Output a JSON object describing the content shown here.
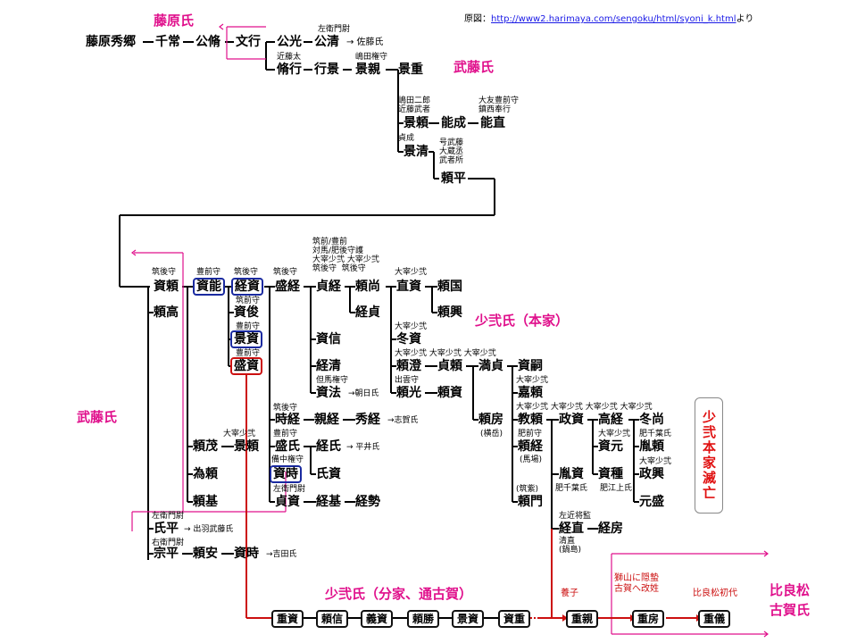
{
  "source": {
    "prefix": "原図：",
    "link": "http://www2.harimaya.com/sengoku/html/syoni_k.html",
    "suffix": "より"
  },
  "titles": {
    "fujiwara": "藤原氏",
    "muto_top": "武藤氏",
    "muto_left": "武藤氏",
    "shoni_main": "少弐氏（本家）",
    "shoni_branch": "少弐氏（分家、通古賀）",
    "hiramatsu_1": "比良松",
    "hiramatsu_2": "古賀氏",
    "extinct": "少弐本家滅亡"
  },
  "names": {
    "hidesato": "藤原秀郷",
    "chitsune": "千常",
    "kinmasa": "公脩",
    "fumiyuki": "文行",
    "kinmitsu": "公光",
    "kinkiyo": "公清",
    "sato": "→ 佐藤氏",
    "sukeyuki": "脩行",
    "yukikage": "行景",
    "kagechika": "景親",
    "kageshige": "景重",
    "kageyori": "景頼",
    "yoshinari": "能成",
    "yoshinao": "能直",
    "kagekiyo": "景清",
    "yorihira": "頼平",
    "sukeyori": "資頼",
    "yoritaka": "頼高",
    "suketoshi_a": "資能",
    "tsunesuke": "経資",
    "suketoshi": "資俊",
    "kagesuke": "景資",
    "morisuke": "盛資",
    "moritsune": "盛経",
    "sadatsune": "貞経",
    "yorihisa": "頼尚",
    "naosuke": "直資",
    "yorikuni": "頼国",
    "yorisada": "経貞",
    "yorioki": "頼興",
    "fuyusuke": "冬資",
    "sukenobu": "資信",
    "tsunekiyo": "経清",
    "sukenori": "資法",
    "asahi": "→朝日氏",
    "yorizumi": "頼澄",
    "sadayori": "貞頼",
    "mitsusada": "満貞",
    "suketsugu": "資嗣",
    "yorimitsu": "頼光",
    "yorisuke": "頼資",
    "yoshiyori": "嘉頼",
    "tokitsune": "時経",
    "chikatsune": "親経",
    "hidetsune": "秀経",
    "shiga": "→志賀氏",
    "yorishige": "頼茂",
    "kageyori2": "景頼",
    "moriuji": "盛氏",
    "tsuneuji": "経氏",
    "hirai": "→ 平井氏",
    "tametoki": "為頼",
    "sukeyori3": "資時",
    "ujisuke": "氏資",
    "yorimoto": "頼基",
    "sadasuke": "貞資",
    "tsunemoto": "経基",
    "tsuneyoshi": "経勢",
    "yorifusa": "頼房",
    "takeyori": "教頼",
    "masasuke": "政資",
    "takatsune": "高経",
    "fuyuhisa": "冬尚",
    "yoritsune": "頼経",
    "sukemoto": "資元",
    "chikayori": "胤頼",
    "chikasuke": "胤資",
    "suketane": "資種",
    "masaoki": "政興",
    "yorikado": "頼門",
    "motomori": "元盛",
    "tsunenao": "経直",
    "tsunefusa": "経房",
    "ujihira": "氏平",
    "dewa": "→ 出羽武藤氏",
    "munehira": "宗平",
    "yoriyasu": "頼安",
    "sukeyasu": "資時",
    "yoshida": "→吉田氏"
  },
  "notes": {
    "kinkiyo": "左衛門尉",
    "sukeyuki": "近藤太",
    "kagechika": "嶋田権守",
    "kageyori": "嶋田二郎\n近藤武者",
    "yoshinao": "大友豊前守\n鎮西奉行",
    "kagekiyo": "貞成",
    "yorihira": "号武藤\n大蔵丞\n武者所",
    "sukeyori": "筑後守",
    "suketoshi_a": "豊前守",
    "tsunesuke": "筑後守",
    "suketoshi": "筑前守",
    "kagesuke": "豊前守",
    "morisuke": "豊前守",
    "moritsune": "筑後守",
    "sadatsune": "筑前/豊前\n対馬/肥後守護\n大宰少弐 大宰少弐\n筑後守  筑後守",
    "naosuke": "大宰少弐",
    "fuyusuke": "大宰少弐",
    "yorizumi": "大宰少弐 大宰少弐 大宰少弐",
    "sukenori": "但馬権守",
    "yorimitsu": "出雲守",
    "yoshiyori": "大宰少弐",
    "tokitsune": "筑後守",
    "moriuji": "豊前守",
    "kageyori2": "大宰少弐",
    "sukeyori3": "備中権守",
    "sadasuke": "左衛門尉",
    "yorifusa": "(横岳)",
    "takeyori": "大宰少弐 大宰少弐 大宰少弐 大宰少弐",
    "yoritsune": "肥前守",
    "yoritsune_sub": "(馬場)",
    "chikayori": "肥千葉氏",
    "sukemoto": "大宰少弐",
    "masaoki": "大宰少弐",
    "chikasuke": "肥千葉氏",
    "suketane": "肥江上氏",
    "yorikado": "(筑紫)",
    "tsunenao": "左近将監",
    "tsunenao_sub": "清直\n(鍋島)",
    "ujihira": "左衛門尉",
    "munehira": "右衛門尉"
  },
  "branch": {
    "boxes": [
      "重資",
      "頼信",
      "義資",
      "頼勝",
      "景資",
      "資重"
    ],
    "adopt_note": "養子",
    "shigechika": "重親",
    "hermit_note": "獅山に隠蟄\n古賀へ改姓",
    "shigefusa": "重房",
    "hiramatsu_note": "比良松初代",
    "shigenori": "重儀"
  }
}
